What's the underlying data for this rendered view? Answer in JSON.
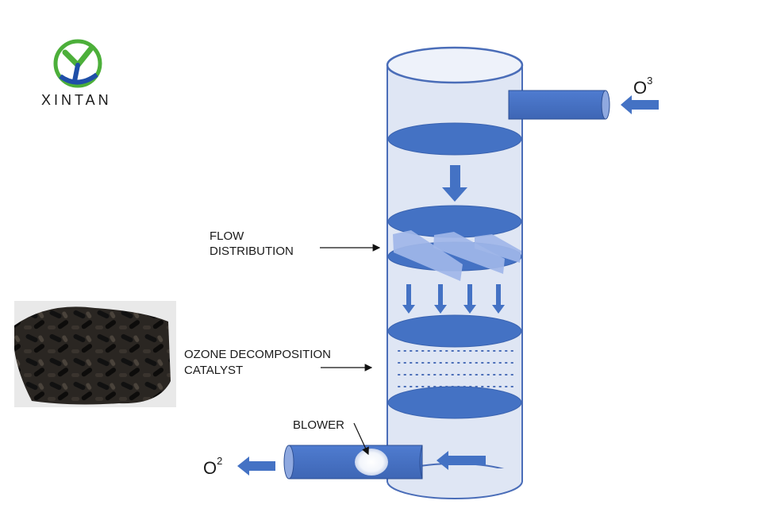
{
  "brand": {
    "name": "XINTAN",
    "logo_icon": "xintan-logo-icon"
  },
  "labels": {
    "flow_line1": "FLOW",
    "flow_line2": "DISTRIBUTION",
    "catalyst_line1": "OZONE DECOMPOSITION",
    "catalyst_line2": "CATALYST",
    "blower": "BLOWER",
    "inlet_base": "O",
    "inlet_sup": "3",
    "outlet_base": "O",
    "outlet_sup": "2"
  },
  "colors": {
    "tower_fill": "#dfe6f4",
    "tower_stroke": "#4a6db8",
    "disc_fill": "#4472c4",
    "vane_fill": "#9fb6e8",
    "logo_green": "#4caf3a",
    "logo_blue": "#1f4fa8"
  },
  "photo": {
    "subject": "pellet-catalyst-photo"
  }
}
